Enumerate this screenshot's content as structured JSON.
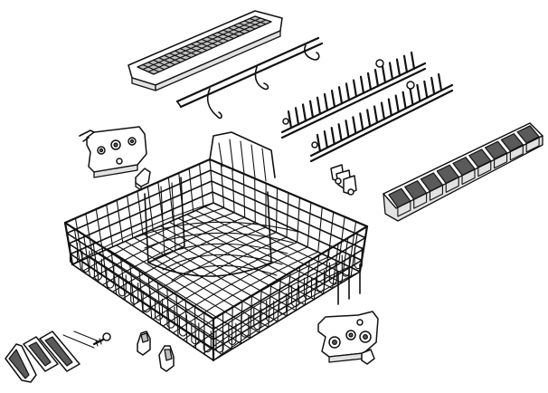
{
  "diagram": {
    "type": "exploded-parts-view",
    "colors": {
      "line": "#111111",
      "part_fill": "#ffffff",
      "shade": "#bfbfbf",
      "dark_shade": "#5a5a5a"
    },
    "parts": [
      "rack-basket",
      "cutlery-tray",
      "cup-shelf-rod",
      "tine-row-upper",
      "tine-row-lower",
      "tine-clips",
      "folding-cup-rack",
      "left-rail-bracket",
      "right-rail-bracket",
      "bracket-clip",
      "end-cap",
      "rail-plate-small",
      "rail-plate-large",
      "screw",
      "rack-clip-left",
      "rack-clip-right"
    ]
  }
}
